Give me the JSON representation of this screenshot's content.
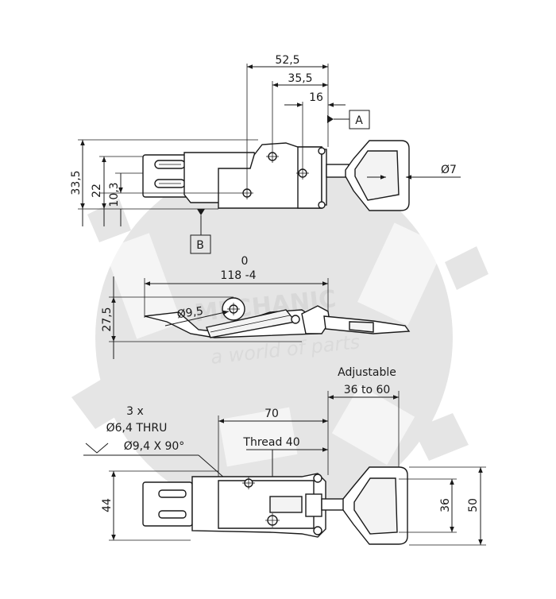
{
  "drawing": {
    "top_view": {
      "dim_52_5": "52,5",
      "dim_35_5": "35,5",
      "dim_16": "16",
      "dim_33_5": "33,5",
      "dim_22": "22",
      "dim_10_3": "10,3",
      "dim_phi7": "Ø7",
      "datum_a": "A",
      "datum_b": "B"
    },
    "side_view": {
      "dim_zero": "0",
      "dim_118": "118 -4",
      "dim_27_5": "27,5",
      "dim_phi9_5": "Ø9,5"
    },
    "bottom_view": {
      "adjustable": "Adjustable",
      "range": "36 to 60",
      "dim_70": "70",
      "thread": "Thread 40",
      "hole_count": "3 x",
      "hole_thru": "Ø6,4 THRU",
      "countersink": "Ø9,4 X 90°",
      "dim_44": "44",
      "dim_36": "36",
      "dim_50": "50"
    },
    "watermark": {
      "brand": "MECHANIC",
      "tagline": "a world of parts"
    }
  }
}
